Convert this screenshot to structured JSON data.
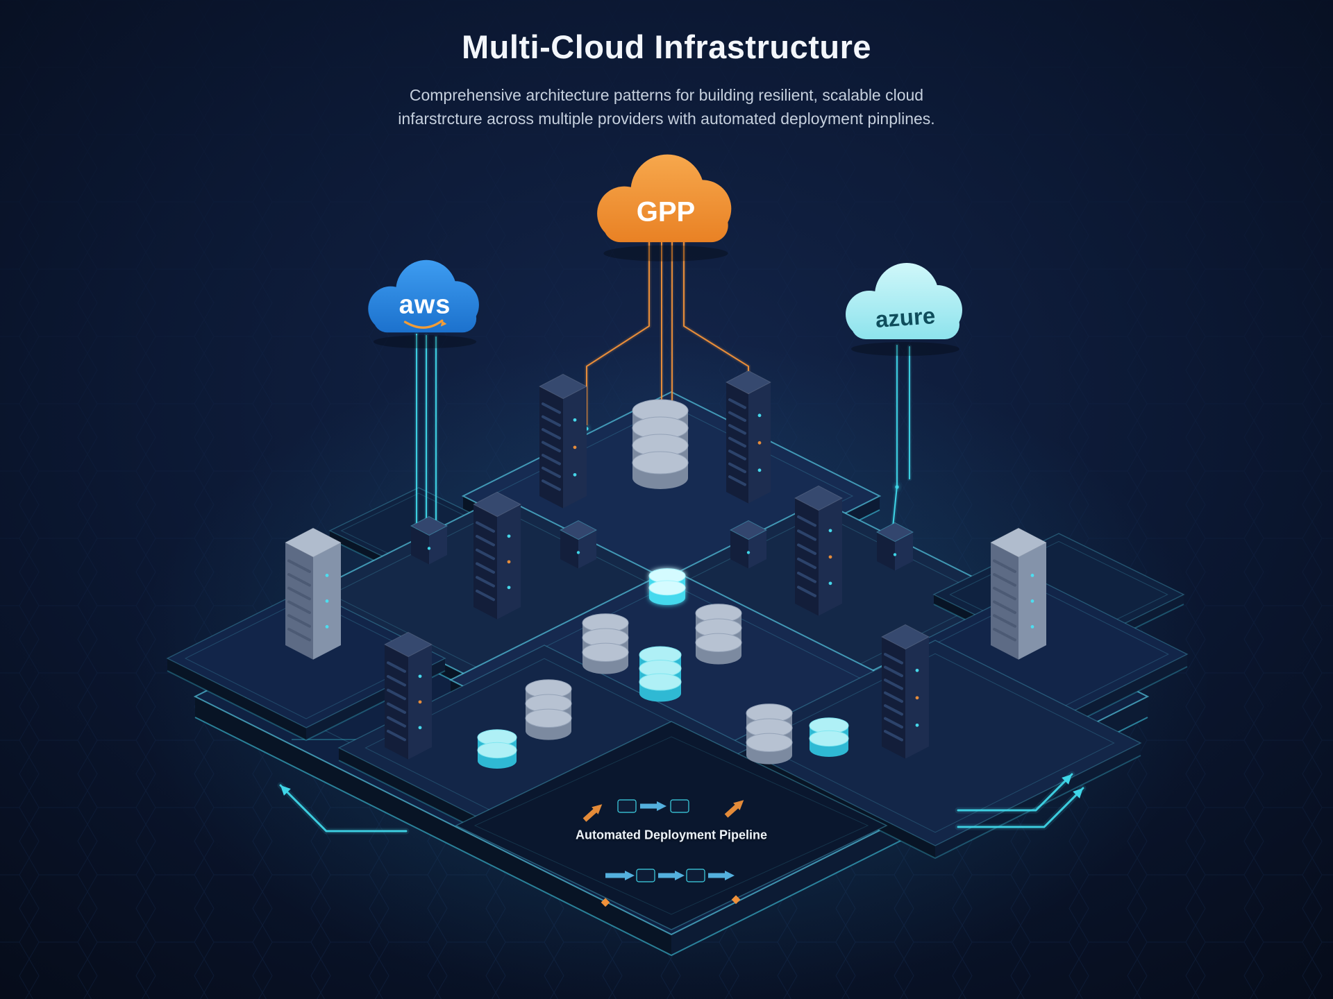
{
  "title": "Multi-Cloud Infrastructure",
  "subtitle": {
    "line1": "Comprehensive architecture patterns for building resilient, scalable cloud",
    "line2": "infarstrcture across multiple providers with automated deployment pinplines."
  },
  "clouds": [
    {
      "id": "gpp",
      "label": "GPP",
      "fill_top": "#f7a94e",
      "fill_bottom": "#e87f22",
      "label_color": "#ffffff"
    },
    {
      "id": "aws",
      "label": "aws",
      "fill_top": "#3f9ef2",
      "fill_bottom": "#1a6fcb",
      "label_color": "#ffffff",
      "swoosh_color": "#f29d38"
    },
    {
      "id": "azure",
      "label": "azure",
      "fill_top": "#d2f8fa",
      "fill_bottom": "#8ae2ec",
      "label_color": "#0f4d5c"
    }
  ],
  "pipeline": {
    "label": "Automated Deployment Pipeline"
  },
  "colors": {
    "background": "#081124",
    "accent_cyan": "#3fd6e8",
    "accent_orange": "#f0913a",
    "platform": "#142848"
  }
}
